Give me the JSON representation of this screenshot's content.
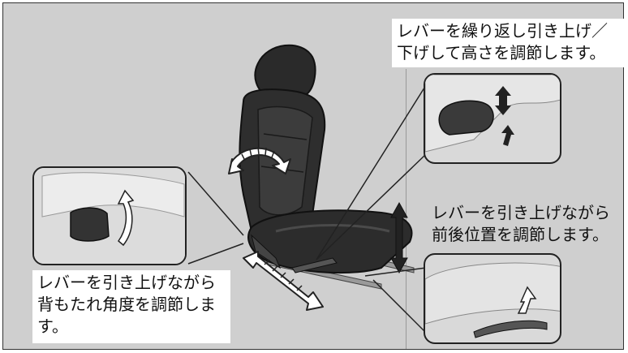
{
  "captions": {
    "height_adjust": "レバーを繰り返し引き上げ／\n下げして高さを調節します。",
    "slide_adjust": "レバーを引き上げながら\n前後位置を調節します。",
    "recline_adjust": "レバーを引き上げながら\n背もたれ角度を調節しま\nす。"
  },
  "colors": {
    "background": "#cfcfcf",
    "seat": "#2a2a2a",
    "seat_highlight": "#555555",
    "arrow_fill": "#ffffff"
  },
  "icons": {
    "recline_arrow": "curved-double-arrow-icon",
    "slide_arrow": "horizontal-double-arrow-icon",
    "height_arrow": "vertical-double-arrow-icon"
  }
}
